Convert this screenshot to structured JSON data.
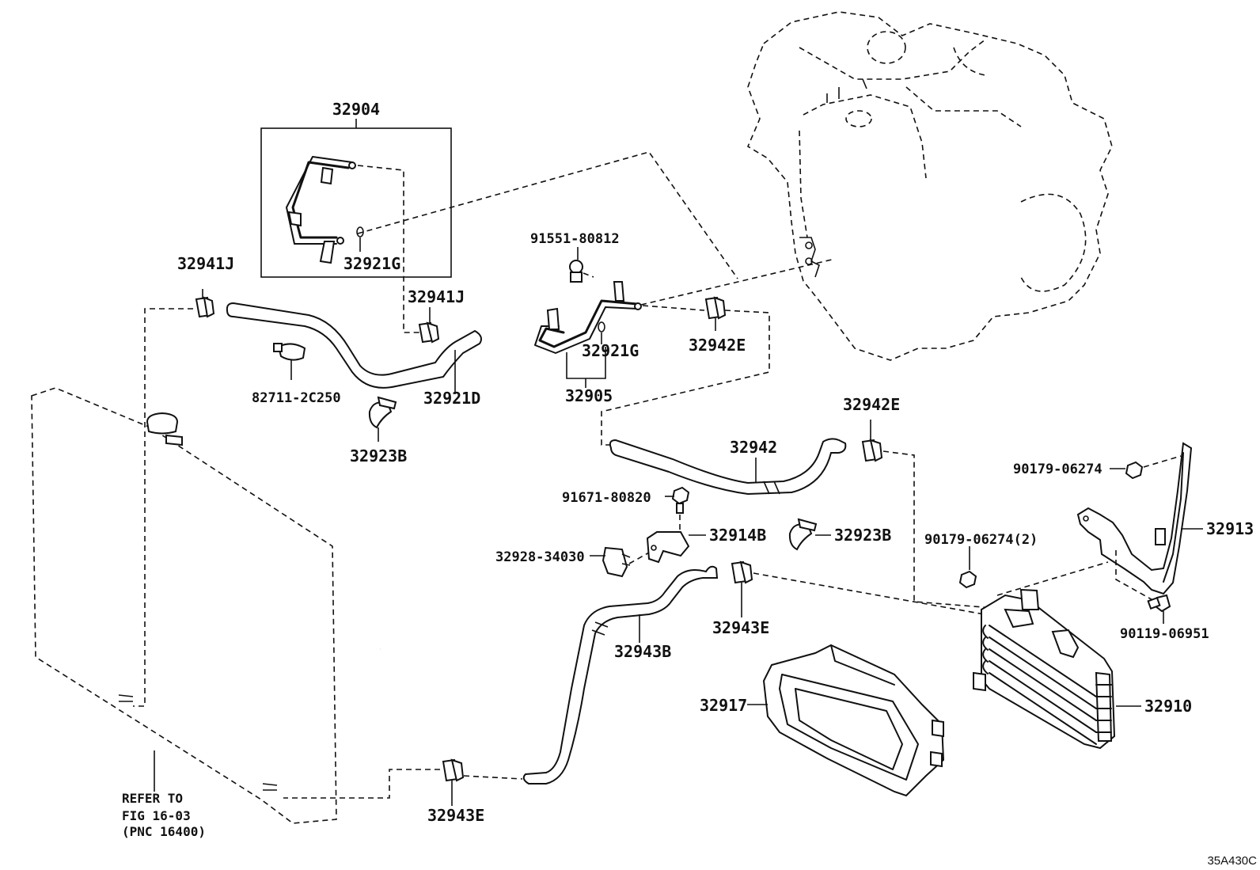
{
  "labels": {
    "p32904": "32904",
    "p32921G_top": "32921G",
    "p32941J_left": "32941J",
    "p32941J_mid": "32941J",
    "p82711": "82711-2C250",
    "p32921D": "32921D",
    "p32923B_top": "32923B",
    "p91551": "91551-80812",
    "p32921G_mid": "32921G",
    "p32942E_top": "32942E",
    "p32905": "32905",
    "p32942E_right": "32942E",
    "p32942": "32942",
    "p90179_top": "90179-06274",
    "p32913": "32913",
    "p91671": "91671-80820",
    "p32914B": "32914B",
    "p32923B_mid": "32923B",
    "p90179_two": "90179-06274(2)",
    "p32928": "32928-34030",
    "p32943E_mid": "32943E",
    "p90119": "90119-06951",
    "p32943B": "32943B",
    "p32917": "32917",
    "p32910": "32910",
    "p32943E_bottom": "32943E"
  },
  "refer_note": {
    "line1": "REFER TO",
    "line2": "FIG 16-03",
    "line3": "(PNC 16400)"
  },
  "diagram_id": "35A430C"
}
